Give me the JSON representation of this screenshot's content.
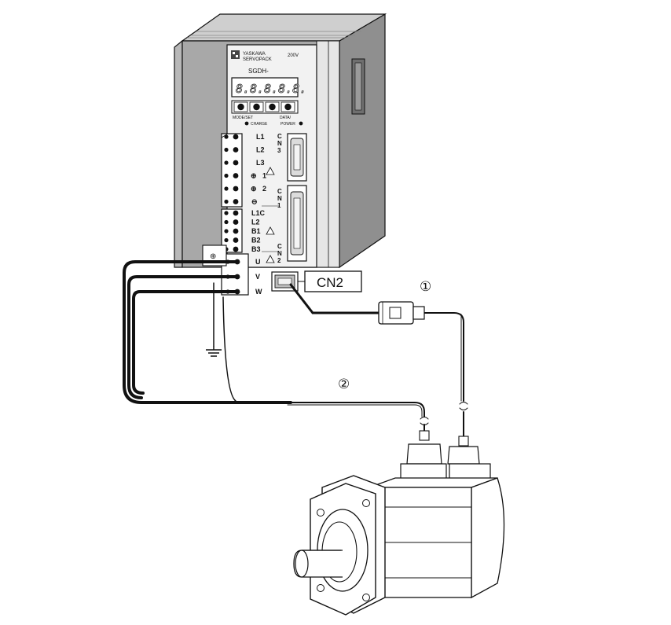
{
  "servopack": {
    "brand_line1": "YASKAWA",
    "brand_line2": "SERVOPACK",
    "voltage": "200V",
    "model": "SGDH-",
    "display": "8.8.8.8.8.",
    "mode_set_label": "MODE/SET",
    "data_label": "DATA/",
    "charge_label": "CHARGE",
    "power_label": "POWER",
    "main_terminals": [
      "L1",
      "L2",
      "L3",
      "1",
      "2",
      "⊖"
    ],
    "control_terminals": [
      "L1C",
      "L2",
      "B1",
      "B2",
      "B3"
    ],
    "motor_terminals": [
      "U",
      "V",
      "W"
    ],
    "cn3_letters": [
      "C",
      "N",
      "3"
    ],
    "cn1_letters": [
      "C",
      "N",
      "1"
    ],
    "cn2_letters": [
      "C",
      "N",
      "2"
    ],
    "plus_symbol": "⊕",
    "ground_symbol": "⊕"
  },
  "callouts": {
    "cn2_label": "CN2",
    "cable1_number": "①",
    "cable2_number": "②"
  },
  "colors": {
    "line": "#111111",
    "body_light": "#d6d6d6",
    "body_mid": "#a9a9a9",
    "body_dark": "#8a8a8a",
    "panel": "#f4f4f4",
    "terminal": "#ffffff"
  }
}
